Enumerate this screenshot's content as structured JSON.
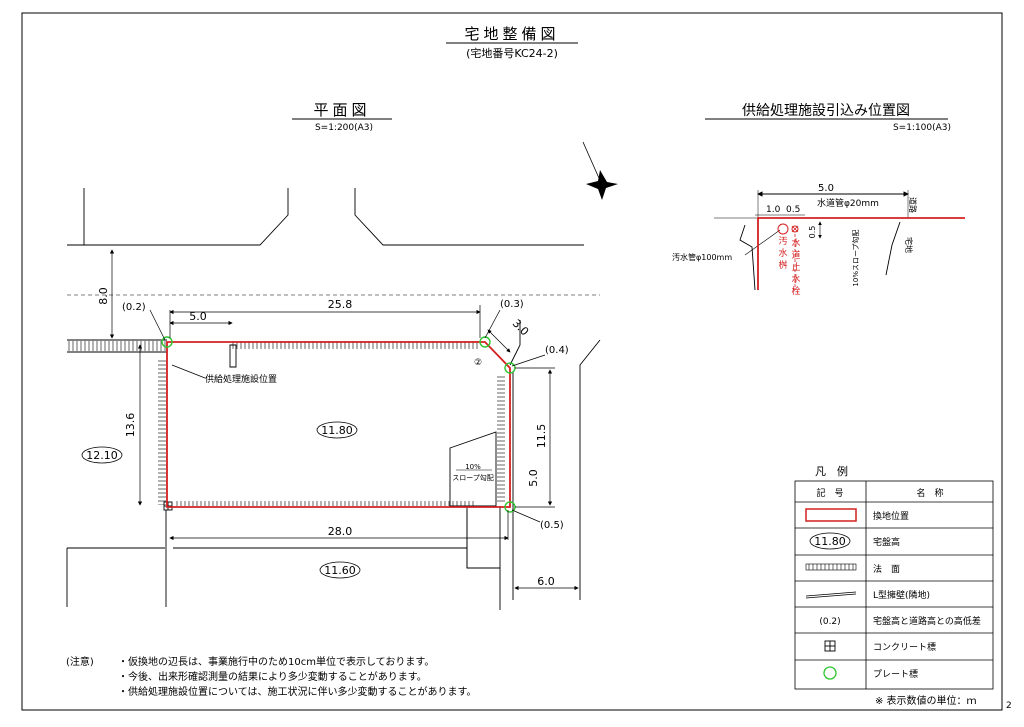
{
  "title": "宅地整備図",
  "subtitle": "(宅地番号KC24-2)",
  "plan": {
    "title": "平面図",
    "scale": "S=1:200(A3)",
    "dims": {
      "d8": "8.0",
      "d5top": "5.0",
      "d258": "25.8",
      "d30": "3.0",
      "d136": "13.6",
      "d115": "11.5",
      "d50": "5.0",
      "d280": "28.0",
      "d60": "6.0"
    },
    "diffs": {
      "tl": "(0.2)",
      "tr": "(0.3)",
      "r": "(0.4)",
      "br": "(0.5)"
    },
    "circle2": "②",
    "heights": {
      "lot": "11.80",
      "left": "12.10",
      "south": "11.60"
    },
    "supply_label": "供給処理施設位置",
    "slope_label": "10%\nスロープ勾配"
  },
  "supply": {
    "title": "供給処理施設引込み位置図",
    "scale": "S=1:100(A3)",
    "dim_50": "5.0",
    "dim_10": "1.0",
    "dim_05": "0.5",
    "dim_05v": "0.5",
    "water_pipe": "水道管φ20mm",
    "sewer_pipe": "汚水管φ100mm",
    "sewer_basin": "汚水桝",
    "water_stop": "水道止水栓",
    "slope": "10%スロープ勾配",
    "road": "道路",
    "lot": "宅地"
  },
  "legend": {
    "title": "凡　例",
    "col1": "記　号",
    "col2": "名　称",
    "rows": [
      {
        "sym": "",
        "name": "換地位置"
      },
      {
        "sym": "11.80",
        "name": "宅盤高"
      },
      {
        "sym": "",
        "name": "法　面"
      },
      {
        "sym": "",
        "name": "L型擁壁(隣地)"
      },
      {
        "sym": "(0.2)",
        "name": "宅盤高と道路高との高低差"
      },
      {
        "sym": "",
        "name": "コンクリート標"
      },
      {
        "sym": "",
        "name": "プレート標"
      }
    ],
    "unit_note": "※ 表示数値の単位：ｍ"
  },
  "notes": {
    "label": "(注意)",
    "lines": [
      "・仮換地の辺長は、事業施行中のため10cm単位で表示しております。",
      "・今後、出来形確認測量の結果により多少変動することがあります。",
      "・供給処理施設位置については、施工状況に伴い多少変動することがあります。"
    ]
  },
  "page_number": "2",
  "colors": {
    "lot_line": "#d42020",
    "plate": "#2ec62e",
    "ink": "#000000"
  }
}
